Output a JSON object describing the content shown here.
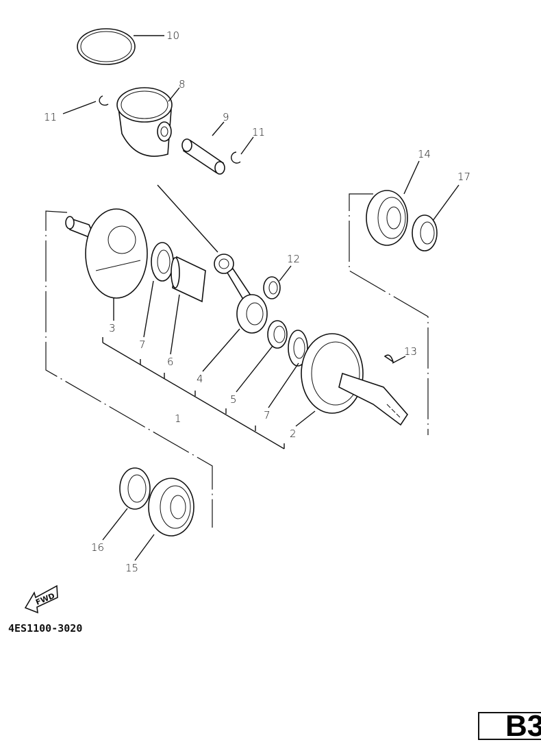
{
  "diagram": {
    "part_code": "4ES1100-3020",
    "page_id": "B3",
    "direction_marker": "FWD",
    "callouts": {
      "c1": "1",
      "c2": "2",
      "c3": "3",
      "c4": "4",
      "c5": "5",
      "c6": "6",
      "c7a": "7",
      "c7b": "7",
      "c8": "8",
      "c9": "9",
      "c10": "10",
      "c11a": "11",
      "c11b": "11",
      "c12": "12",
      "c13": "13",
      "c14": "14",
      "c15": "15",
      "c16": "16",
      "c17": "17"
    }
  }
}
